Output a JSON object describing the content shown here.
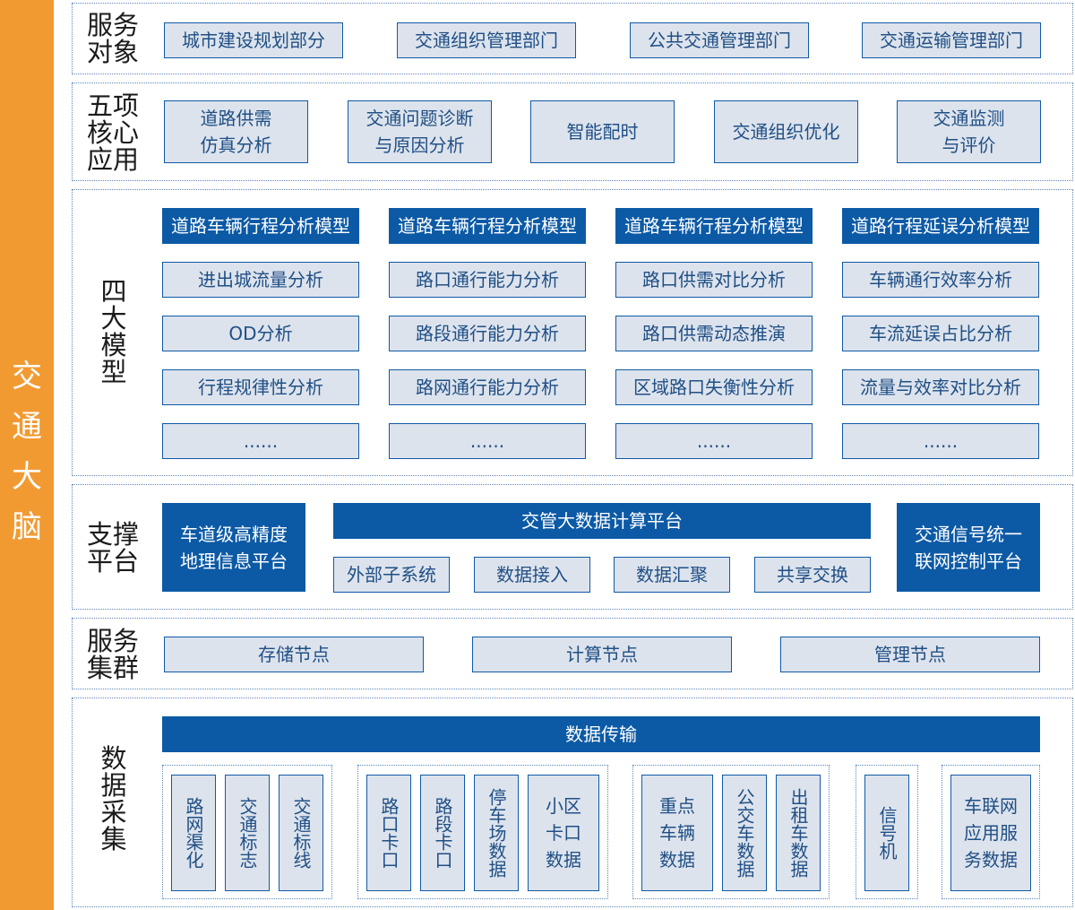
{
  "sidebar": {
    "chars": [
      "交",
      "通",
      "大",
      "脑"
    ]
  },
  "service_objects": {
    "title": [
      "服务",
      "对象"
    ],
    "items": [
      "城市建设规划部分",
      "交通组织管理部门",
      "公共交通管理部门",
      "交通运输管理部门"
    ]
  },
  "core_apps": {
    "title": [
      "五项",
      "核心",
      "应用"
    ],
    "items": [
      "道路供需\n仿真分析",
      "交通问题诊断\n与原因分析",
      "智能配时",
      "交通组织优化",
      "交通监测\n与评价"
    ]
  },
  "models": {
    "title": [
      "四",
      "大",
      "模",
      "型"
    ],
    "headers": [
      "道路车辆行程分析模型",
      "道路车辆行程分析模型",
      "道路车辆行程分析模型",
      "道路行程延误分析模型"
    ],
    "col1": [
      "进出城流量分析",
      "OD分析",
      "行程规律性分析",
      "......"
    ],
    "col2": [
      "路口通行能力分析",
      "路段通行能力分析",
      "路网通行能力分析",
      "......"
    ],
    "col3": [
      "路口供需对比分析",
      "路口供需动态推演",
      "区域路口失衡性分析",
      "......"
    ],
    "col4": [
      "车辆通行效率分析",
      "车流延误占比分析",
      "流量与效率对比分析",
      "......"
    ]
  },
  "support": {
    "title": [
      "支撑",
      "平台"
    ],
    "left": "车道级高精度\n地理信息平台",
    "center_header": "交管大数据计算平台",
    "center_items": [
      "外部子系统",
      "数据接入",
      "数据汇聚",
      "共享交换"
    ],
    "right": "交通信号统一\n联网控制平台"
  },
  "cluster": {
    "title": [
      "服务",
      "集群"
    ],
    "items": [
      "存储节点",
      "计算节点",
      "管理节点"
    ]
  },
  "collection": {
    "title": [
      "数",
      "据",
      "采",
      "集"
    ],
    "header": "数据传输",
    "g1": [
      "路网渠化",
      "交通标志",
      "交通标线"
    ],
    "g2a": [
      "路口卡口",
      "路段卡口",
      "停车场数据"
    ],
    "g2b": "小区\n卡口\n数据",
    "g3a": "重点\n车辆\n数据",
    "g3b": [
      "公交车数据",
      "出租车数据"
    ],
    "g4": "信号机",
    "g5": "车联网\n应用服\n务数据"
  },
  "colors": {
    "sidebar": "#f29a32",
    "primary": "#0c5aa6",
    "box_fill": "#dde3ec"
  }
}
